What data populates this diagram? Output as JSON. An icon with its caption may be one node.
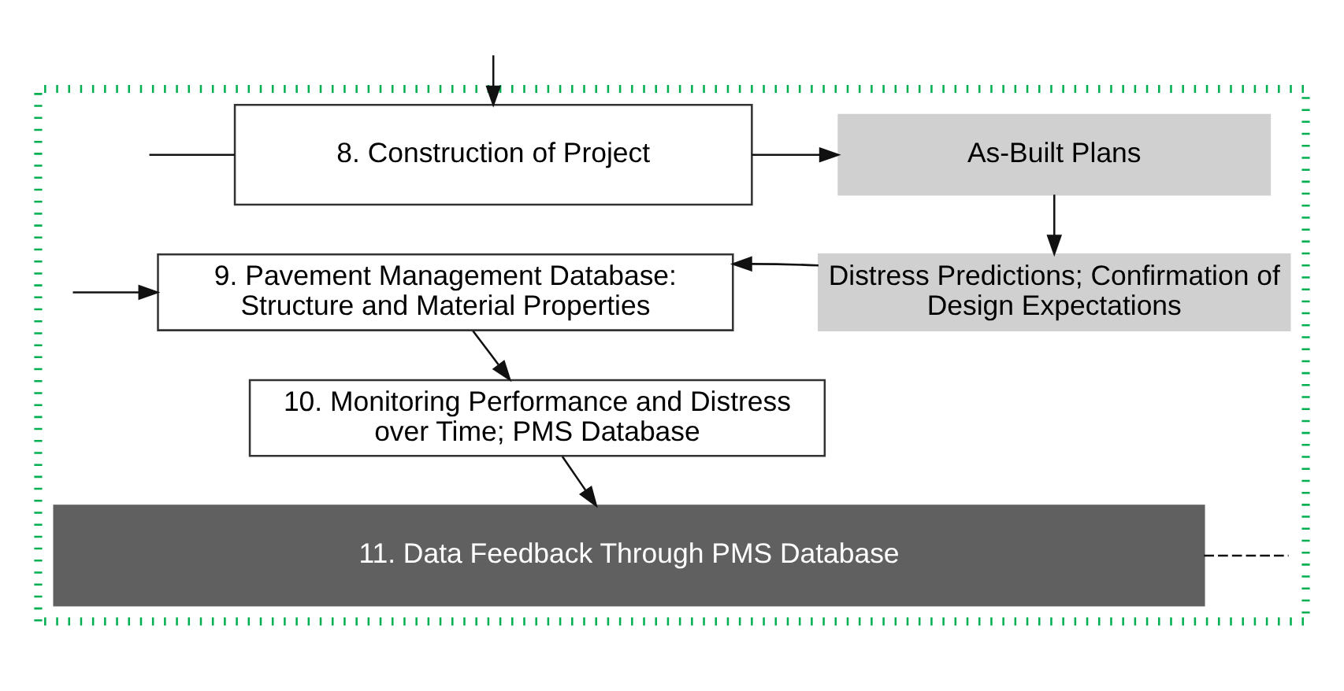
{
  "diagram": {
    "nodes": [
      {
        "text": [],
        "shape": "box"
      },
      {
        "text": [
          "8. Construction of Project"
        ],
        "in": 0
      },
      {
        "text": [
          "As-Built Plans"
        ],
        "in": 0
      },
      {
        "text": [
          "9. Pavement Management Database: Structure and Material Properties"
        ],
        "in": 0
      },
      {
        "text": [
          "Distress Predictions; Confirmation of Design Expectations"
        ],
        "in": 0
      },
      {
        "text": [
          "10. Monitoring Performance and Distress over Time; PMS Database"
        ],
        "in": 0
      },
      {
        "text": [
          "11. Data Feedback Through PMS Database"
        ],
        "in": 0
      }
    ],
    "edges": [
      {
        "from": null,
        "to": 1,
        "arrow": "none"
      },
      {
        "from": null,
        "to": 1,
        "arrow": "to"
      },
      {
        "from": 1,
        "to": 2,
        "arrow": "to"
      },
      {
        "from": 2,
        "to": 4,
        "arrow": "to"
      },
      {
        "from": 4,
        "to": 3,
        "arrow": "to"
      },
      {
        "from": null,
        "to": 3,
        "arrow": "to"
      },
      {
        "from": 3,
        "to": 5,
        "arrow": "to"
      },
      {
        "from": 5,
        "to": 6,
        "arrow": "to"
      },
      {
        "from": 6,
        "to": null,
        "arrow": "none",
        "style": "dashed"
      }
    ]
  }
}
